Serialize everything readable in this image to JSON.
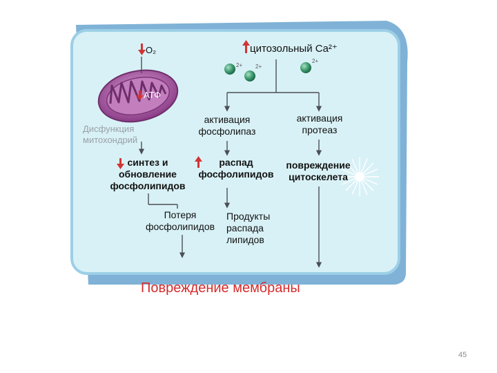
{
  "diagram": {
    "o2_label": "O₂",
    "ca_label": "цитозольный Ca²⁺",
    "ion_charge": "2+",
    "atp_label": "АТФ",
    "mito_dysfunction": "Дисфункция\nмитохондрий",
    "phospholipase_activation": "активация\nфосфолипаз",
    "protease_activation": "активация\nпротеаз",
    "synthesis_renewal": "синтез и\nобновление\nфосфолипидов",
    "breakdown": "распад\nфосфолипидов",
    "cytoskeleton_damage": "повреждение\nцитоскелета",
    "loss": "Потеря\nфосфолипидов",
    "lipid_products": "Продукты\nраспада\nлипидов",
    "result": "Повреждение мембраны"
  },
  "page_number": "45",
  "colors": {
    "cell_fill": "#d8f1f6",
    "cell_border": "#8ecbe4",
    "cell_shadow": "#7fb2d6",
    "mito": "#a54fa0",
    "ion": "#3d9b6f",
    "red_arrow": "#d23434",
    "title": "#d62b2b"
  }
}
